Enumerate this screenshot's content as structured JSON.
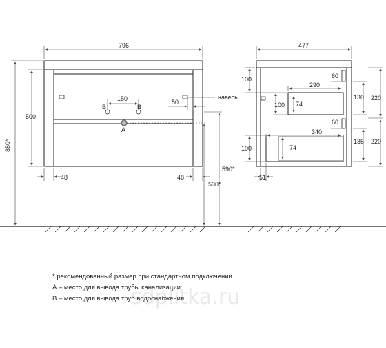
{
  "colors": {
    "line": "#222222",
    "dim": "#444444",
    "watermark": "#e9e9e9"
  },
  "front_view": {
    "width_label": "796",
    "height_label": "850*",
    "body_height_label": "500",
    "hang_height_label": "590*",
    "drain_height_label": "530*",
    "left_leg_label": "48",
    "right_leg_label": "48",
    "pipe_spacing_label": "150",
    "pipe_offset_label": "50",
    "pipe_b_left": "B",
    "pipe_b_right": "B",
    "pipe_a": "A",
    "hinges_label": "навесы"
  },
  "side_view": {
    "depth_label": "477",
    "top_gap_label": "100",
    "top_drawer_top_label": "60",
    "top_drawer_depth_label": "290",
    "top_drawer_height_label": "100",
    "top_drawer_inner_label": "74",
    "top_drawer_right_label": "130",
    "top_drawer_outer_label": "220",
    "bottom_drawer_top_label": "60",
    "bottom_drawer_depth_label": "340",
    "bottom_drawer_height_label": "100",
    "bottom_drawer_inner_label": "74",
    "bottom_drawer_right_label": "135",
    "bottom_drawer_outer_label": "220",
    "bottom_offset_label": "51"
  },
  "notes": [
    "* рекомендованный размер при стандартном подключении",
    "А – место для вывода трубы канализации",
    "В – место для вывода труб водоснабжения"
  ],
  "watermark": "sdplitka.ru"
}
